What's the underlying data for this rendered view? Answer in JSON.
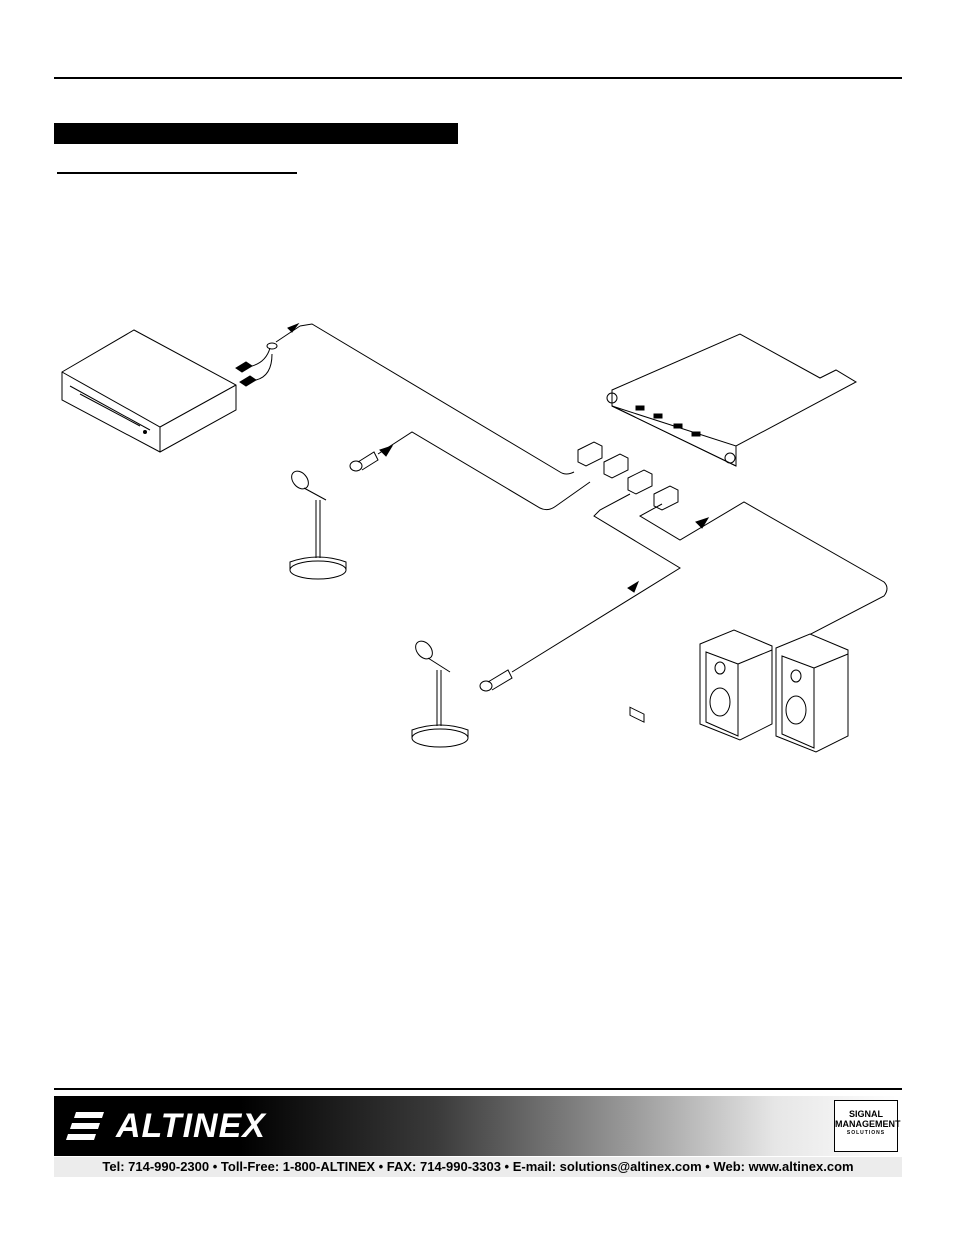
{
  "footer": {
    "brand": "ALTINEX",
    "badge_line1": "SIGNAL",
    "badge_line2": "MANAGEMENT",
    "badge_line3": "SOLUTIONS",
    "contact": "Tel: 714-990-2300 • Toll-Free: 1-800-ALTINEX • FAX: 714-990-3303 • E-mail: solutions@altinex.com • Web: www.altinex.com"
  },
  "diagram": {
    "components": [
      "vcr-player",
      "microphone",
      "microphone",
      "interface-card",
      "speaker",
      "speaker"
    ]
  }
}
